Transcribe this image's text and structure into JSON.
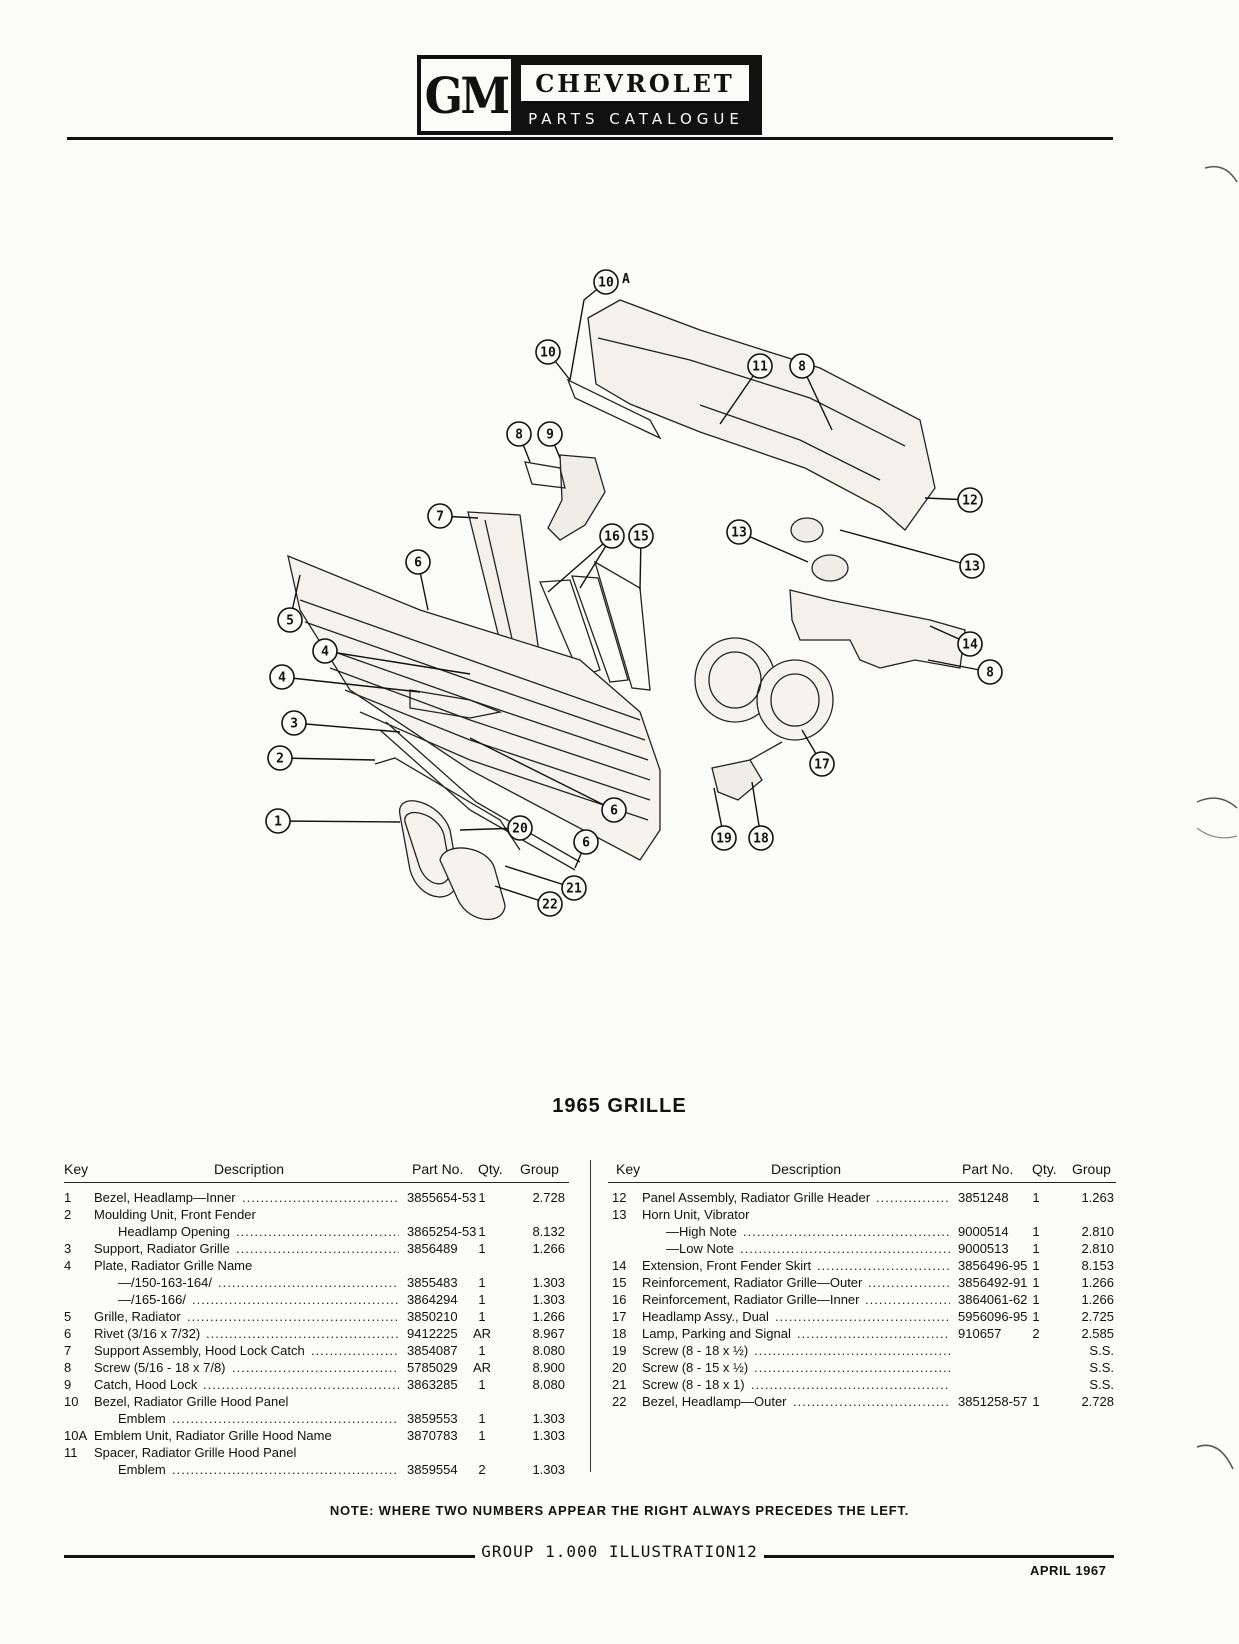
{
  "header": {
    "logo_letters": "GM",
    "brand": "CHEVROLET",
    "subtitle": "PARTS CATALOGUE"
  },
  "diagram": {
    "title": "1965 GRILLE",
    "callouts": [
      "10A",
      "10",
      "11",
      "8",
      "8",
      "9",
      "12",
      "13",
      "13",
      "7",
      "16",
      "15",
      "6",
      "5",
      "14",
      "8",
      "4",
      "4",
      "3",
      "17",
      "2",
      "6",
      "1",
      "20",
      "6",
      "19",
      "18",
      "21",
      "22"
    ]
  },
  "table_headers": {
    "key": "Key",
    "description": "Description",
    "part_no": "Part No.",
    "qty": "Qty.",
    "group": "Group"
  },
  "left_table": [
    {
      "key": "1",
      "desc": "Bezel, Headlamp—Inner",
      "dots": true,
      "part": "3855654-53",
      "qty": "1",
      "group": "2.728"
    },
    {
      "key": "2",
      "desc": "Moulding Unit, Front Fender",
      "dots": false,
      "part": "",
      "qty": "",
      "group": ""
    },
    {
      "key": "",
      "desc": "Headlamp Opening",
      "indent": 1,
      "dots": true,
      "part": "3865254-53",
      "qty": "1",
      "group": "8.132"
    },
    {
      "key": "3",
      "desc": "Support, Radiator Grille",
      "dots": true,
      "part": "3856489",
      "qty": "1",
      "group": "1.266"
    },
    {
      "key": "4",
      "desc": "Plate, Radiator Grille Name",
      "dots": false,
      "part": "",
      "qty": "",
      "group": ""
    },
    {
      "key": "",
      "desc": "—/150-163-164/",
      "indent": 1,
      "dots": true,
      "part": "3855483",
      "qty": "1",
      "group": "1.303"
    },
    {
      "key": "",
      "desc": "—/165-166/",
      "indent": 1,
      "dots": true,
      "part": "3864294",
      "qty": "1",
      "group": "1.303"
    },
    {
      "key": "5",
      "desc": "Grille, Radiator",
      "dots": true,
      "part": "3850210",
      "qty": "1",
      "group": "1.266"
    },
    {
      "key": "6",
      "desc": "Rivet (3/16 x 7/32)",
      "dots": true,
      "part": "9412225",
      "qty": "AR",
      "group": "8.967"
    },
    {
      "key": "7",
      "desc": "Support Assembly, Hood Lock Catch",
      "dots": true,
      "part": "3854087",
      "qty": "1",
      "group": "8.080"
    },
    {
      "key": "8",
      "desc": "Screw (5/16 - 18 x 7/8)",
      "dots": true,
      "part": "5785029",
      "qty": "AR",
      "group": "8.900"
    },
    {
      "key": "9",
      "desc": "Catch, Hood Lock",
      "dots": true,
      "part": "3863285",
      "qty": "1",
      "group": "8.080"
    },
    {
      "key": "10",
      "desc": "Bezel, Radiator Grille Hood Panel",
      "dots": false,
      "part": "",
      "qty": "",
      "group": ""
    },
    {
      "key": "",
      "desc": "Emblem",
      "indent": 1,
      "dots": true,
      "part": "3859553",
      "qty": "1",
      "group": "1.303"
    },
    {
      "key": "10A",
      "desc": "Emblem Unit, Radiator Grille Hood Name",
      "dots": false,
      "part": "3870783",
      "qty": "1",
      "group": "1.303"
    },
    {
      "key": "11",
      "desc": "Spacer, Radiator Grille Hood Panel",
      "dots": false,
      "part": "",
      "qty": "",
      "group": ""
    },
    {
      "key": "",
      "desc": "Emblem",
      "indent": 1,
      "dots": true,
      "part": "3859554",
      "qty": "2",
      "group": "1.303"
    }
  ],
  "right_table": [
    {
      "key": "12",
      "desc": "Panel Assembly, Radiator Grille Header",
      "dots": true,
      "part": "3851248",
      "qty": "1",
      "group": "1.263"
    },
    {
      "key": "13",
      "desc": "Horn Unit, Vibrator",
      "dots": false,
      "part": "",
      "qty": "",
      "group": ""
    },
    {
      "key": "",
      "desc": "—High Note",
      "indent": 1,
      "dots": true,
      "part": "9000514",
      "qty": "1",
      "group": "2.810"
    },
    {
      "key": "",
      "desc": "—Low Note",
      "indent": 1,
      "dots": true,
      "part": "9000513",
      "qty": "1",
      "group": "2.810"
    },
    {
      "key": "14",
      "desc": "Extension, Front Fender Skirt",
      "dots": true,
      "part": "3856496-95",
      "qty": "1",
      "group": "8.153"
    },
    {
      "key": "15",
      "desc": "Reinforcement, Radiator Grille—Outer",
      "dots": true,
      "part": "3856492-91",
      "qty": "1",
      "group": "1.266"
    },
    {
      "key": "16",
      "desc": "Reinforcement, Radiator Grille—Inner",
      "dots": true,
      "part": "3864061-62",
      "qty": "1",
      "group": "1.266"
    },
    {
      "key": "17",
      "desc": "Headlamp Assy., Dual",
      "dots": true,
      "part": "5956096-95",
      "qty": "1",
      "group": "2.725"
    },
    {
      "key": "18",
      "desc": "Lamp, Parking and Signal",
      "dots": true,
      "part": "910657",
      "qty": "2",
      "group": "2.585"
    },
    {
      "key": "19",
      "desc": "Screw (8 - 18 x ½)",
      "dots": true,
      "part": "",
      "qty": "",
      "group": "S.S."
    },
    {
      "key": "20",
      "desc": "Screw (8 - 15 x ½)",
      "dots": true,
      "part": "",
      "qty": "",
      "group": "S.S."
    },
    {
      "key": "21",
      "desc": "Screw (8 - 18 x 1)",
      "dots": true,
      "part": "",
      "qty": "",
      "group": "S.S."
    },
    {
      "key": "22",
      "desc": "Bezel, Headlamp—Outer",
      "dots": true,
      "part": "3851258-57",
      "qty": "1",
      "group": "2.728"
    }
  ],
  "note": "NOTE: WHERE TWO NUMBERS APPEAR THE RIGHT ALWAYS PRECEDES THE LEFT.",
  "footer": {
    "group_label": "GROUP 1.000 ILLUSTRATION12",
    "date": "APRIL 1967"
  }
}
